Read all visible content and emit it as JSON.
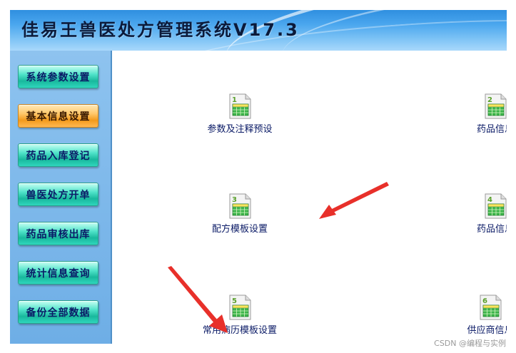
{
  "header": {
    "title": "佳易王兽医处方管理系统V17.3"
  },
  "sidebar": {
    "items": [
      {
        "label": "系统参数设置",
        "active": false
      },
      {
        "label": "基本信息设置",
        "active": true
      },
      {
        "label": "药品入库登记",
        "active": false
      },
      {
        "label": "兽医处方开单",
        "active": false
      },
      {
        "label": "药品审核出库",
        "active": false
      },
      {
        "label": "统计信息查询",
        "active": false
      },
      {
        "label": "备份全部数据",
        "active": false
      }
    ]
  },
  "main": {
    "tiles": [
      {
        "number": "1",
        "label": "参数及注释预设"
      },
      {
        "number": "2",
        "label": "药品信息"
      },
      {
        "number": "3",
        "label": "配方模板设置"
      },
      {
        "number": "4",
        "label": "药品信息"
      },
      {
        "number": "5",
        "label": "常用病历模板设置"
      },
      {
        "number": "6",
        "label": "供应商信息"
      }
    ]
  },
  "watermark": "CSDN @编程与实例",
  "colors": {
    "nav_button": "#2fd6bc",
    "nav_button_active": "#f39a1c",
    "annotation_arrow": "#e8302a",
    "icon_grid": "#3cb54a"
  },
  "icons": {
    "tile": "spreadsheet-document-icon",
    "annotation": "red-arrow"
  }
}
